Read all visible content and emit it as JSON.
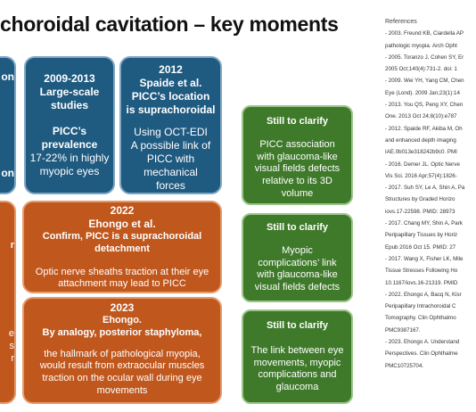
{
  "title": "choroidal cavitation – key moments",
  "blue_left": {
    "lines": [
      "on",
      "",
      "",
      "",
      "",
      "",
      "on"
    ]
  },
  "blue_2009": {
    "lines": [
      "2009-2013",
      "Large-scale",
      "studies",
      "",
      "PICC’s",
      "prevalence",
      "17-22% in highly",
      "myopic eyes"
    ]
  },
  "blue_2012": {
    "lines": [
      "2012",
      "Spaide et al.",
      "PICC’s location",
      "is suprachoroidal",
      "",
      "Using OCT-EDI",
      "A possible link of",
      "PICC  with",
      "mechanical",
      "forces"
    ]
  },
  "orange_left": {
    "lines": [
      "r",
      "",
      "",
      "",
      "e",
      "s",
      "r"
    ]
  },
  "orange_2022": {
    "lines": [
      "2022",
      "Ehongo et al.",
      "Confirm, PICC is a suprachoroidal",
      "detachment",
      "",
      "Optic nerve sheaths traction at their eye",
      "attachment may lead to PICC"
    ]
  },
  "orange_2023": {
    "lines": [
      "2023",
      "Ehongo.",
      "By analogy, posterior staphyloma,",
      "",
      "the hallmark of pathological myopia,",
      "would result from  extraocular muscles",
      "traction on the ocular wall during eye",
      "movements"
    ]
  },
  "green_1": {
    "lines": [
      "Still to clarify",
      "",
      "PICC association",
      "with  glaucoma-like",
      "visual fields defects",
      "relative to its 3D",
      "volume"
    ]
  },
  "green_2": {
    "lines": [
      "Still to clarify",
      "",
      "Myopic",
      "complications’ link",
      "with  glaucoma-like",
      "visual fields defects"
    ]
  },
  "green_3": {
    "lines": [
      "Still to clarify",
      "",
      "The link between eye",
      "movements, myopic",
      "complications and",
      "glaucoma"
    ]
  },
  "references": {
    "header": "References",
    "lines": [
      "- 2003. Freund KB, Ciardella AP",
      "pathologic myopia. Arch Opht",
      "- 2005. Toranzo J, Cohen SY, Er",
      "2005 Oct;140(4):731-2. doi: 1",
      "- 2009. Wei YH, Yang CM, Chen",
      "Eye (Lond). 2009 Jan;23(1):14",
      "- 2013. You QS, Peng XY, Chen",
      "One. 2013 Oct 24;8(10):e787",
      "- 2012. Spaide RF, Akiba M, Oh",
      "and enhanced depth imaging",
      "IAE.0b013e318242b9c0. PMI",
      "- 2016. Demer JL. Optic Nerve",
      "Vis Sci. 2016 Apr;57(4):1826-",
      "- 2017. Suh SY, Le A, Shin A, Pa",
      "Structures by Graded Horizo",
      "iovs.17-22598. PMID: 28973",
      "- 2017. Chang MY, Shin A, Park",
      "Peripapillary Tissues by Horiz",
      "Epub 2016 Oct 15. PMID: 27",
      "- 2017. Wang X, Fisher LK, Mile",
      "Tissue Stresses Following Ho",
      "10.1167/iovs.16-21319. PMID",
      "- 2022. Ehongo A, Bacq N, Kisr",
      "Peripapillary Intrachoroidal C",
      "Tomography. Clin Ophthalmo",
      "PMC9387167.",
      "- 2023. Ehongo A. Understand",
      "Perspectives. Clin Ophthalme",
      "PMC10725704."
    ]
  }
}
